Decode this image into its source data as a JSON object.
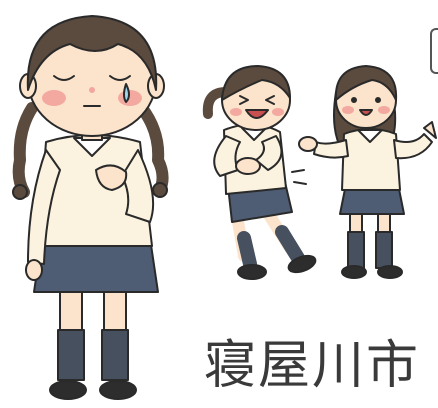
{
  "caption": "寝屋川市",
  "colors": {
    "skin": "#fbe3cc",
    "hair": "#5b4a3e",
    "sweater": "#fbf3df",
    "skirt": "#4e5d73",
    "socks": "#46505e",
    "shoes": "#2d2d2d",
    "blush": "#f3a9a0",
    "tear": "#9fd6f0",
    "outline": "#2a2a2a"
  },
  "icons": [
    "crying-girl-illustration",
    "laughing-girl-illustration",
    "talking-girl-illustration"
  ]
}
